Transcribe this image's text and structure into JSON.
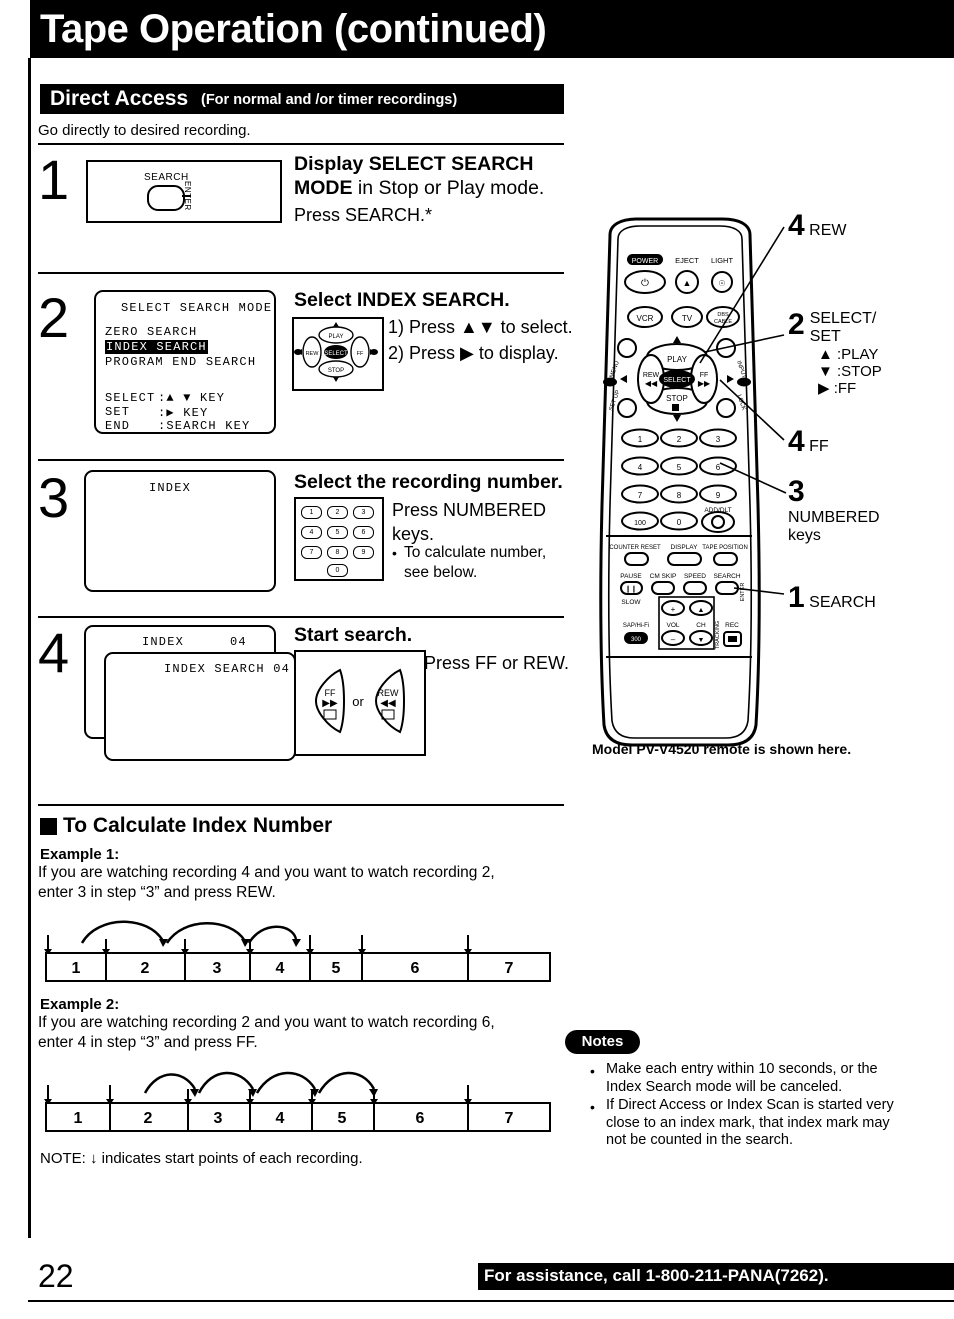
{
  "header": {
    "title": "Tape Operation (continued)"
  },
  "section": {
    "band_title": "Direct Access",
    "band_subtitle": "(For normal and /or timer recordings)",
    "intro": "Go directly to desired recording."
  },
  "steps": [
    {
      "number": "1",
      "heading_line1": "Display SELECT SEARCH",
      "heading_line2": "MODE",
      "heading_rest": " in Stop or Play mode.",
      "body": "Press SEARCH.*",
      "art": {
        "type": "search-button",
        "label": "SEARCH",
        "sublabel": "ENTER"
      }
    },
    {
      "number": "2",
      "heading": "Select INDEX SEARCH.",
      "body_1": "1) Press ▲▼ to select.",
      "body_2": "2) Press ▶ to display.",
      "osd": {
        "title": "SELECT  SEARCH  MODE",
        "items": [
          "ZERO SEARCH",
          "INDEX SEARCH",
          "PROGRAM END SEARCH"
        ],
        "highlighted": "INDEX SEARCH",
        "legend": [
          {
            "label": "SELECT",
            "value": ":▲ ▼ KEY"
          },
          {
            "label": "SET",
            "value": ":▶ KEY"
          },
          {
            "label": "END",
            "value": ":SEARCH KEY"
          }
        ]
      },
      "art": {
        "type": "cursor-pad",
        "keys": [
          "PLAY",
          "REW",
          "SELECT",
          "FF",
          "STOP"
        ]
      }
    },
    {
      "number": "3",
      "heading": "Select the recording number.",
      "body": "Press NUMBERED keys.",
      "bullet": "To calculate number, see below.",
      "osd": {
        "title": "INDEX"
      },
      "art": {
        "type": "numbered-keys",
        "keys": [
          "1",
          "2",
          "3",
          "4",
          "5",
          "6",
          "7",
          "8",
          "9",
          "0"
        ]
      }
    },
    {
      "number": "4",
      "heading": "Start search.",
      "body": "Press FF or REW.",
      "osd_front": {
        "title": "INDEX",
        "value": "04"
      },
      "osd_back": {
        "title": "INDEX SEARCH 04"
      },
      "art": {
        "type": "ff-rew",
        "ff_label": "FF",
        "or_label": "or",
        "rew_label": "REW"
      }
    }
  ],
  "remote": {
    "caption": "Model PV-V4520 remote is shown here.",
    "top_labels": [
      "POWER",
      "EJECT",
      "LIGHT"
    ],
    "mode_buttons": [
      "VCR",
      "TV",
      "DBS/CABLE"
    ],
    "pad_labels": [
      "PLAY",
      "REW",
      "SELECT",
      "FF",
      "STOP"
    ],
    "side_labels": [
      "MENU",
      "SET UP",
      "INPUT",
      "SET",
      "LOCK"
    ],
    "keypad": [
      "1",
      "2",
      "3",
      "4",
      "5",
      "6",
      "7",
      "8",
      "9",
      "100",
      "0"
    ],
    "addlt_label": "ADD/DLT",
    "panel_row1": [
      "COUNTER RESET",
      "DISPLAY",
      "TAPE POSITION"
    ],
    "panel_row2": [
      "PAUSE",
      "CM SKIP",
      "SPEED",
      "SEARCH"
    ],
    "panel_slow": "SLOW",
    "panel_row3": [
      "SAP/Hi-Fi",
      "VOL",
      "CH",
      "REC"
    ],
    "tracking_label": "TRACKING",
    "callouts": [
      {
        "num": "4",
        "text": "REW"
      },
      {
        "num": "2",
        "text": "SELECT/\nSET",
        "sub": [
          "▲ :PLAY",
          "▼ :STOP",
          "▶ :FF"
        ]
      },
      {
        "num": "4",
        "text": "FF"
      },
      {
        "num": "3",
        "text": "NUMBERED\nkeys"
      },
      {
        "num": "1",
        "text": "SEARCH"
      }
    ]
  },
  "calculate": {
    "heading": "To Calculate Index Number",
    "example1": {
      "label": "Example 1:",
      "text_line1": "If you are watching recording 4 and you want to watch recording 2,",
      "text_line2": "enter 3 in step “3” and press REW.",
      "cells": [
        "1",
        "2",
        "3",
        "4",
        "5",
        "6",
        "7"
      ],
      "arrow_count": 3,
      "direction": "rew"
    },
    "example2": {
      "label": "Example 2:",
      "text_line1": "If you are watching recording 2 and you want to watch recording 6,",
      "text_line2": "enter 4 in step “3” and press FF.",
      "cells": [
        "1",
        "2",
        "3",
        "4",
        "5",
        "6",
        "7"
      ],
      "arrow_count": 4,
      "direction": "ff"
    },
    "note": "NOTE: ↓ indicates start points of each recording."
  },
  "notes": {
    "title": "Notes",
    "items": [
      "Make each entry within 10 seconds, or the Index Search mode will be canceled.",
      "If Direct Access or Index Scan is started very close to an index mark, that index mark may not be counted in the search."
    ]
  },
  "footer": {
    "page_number": "22",
    "assistance": "For assistance, call 1-800-211-PANA(7262)."
  }
}
